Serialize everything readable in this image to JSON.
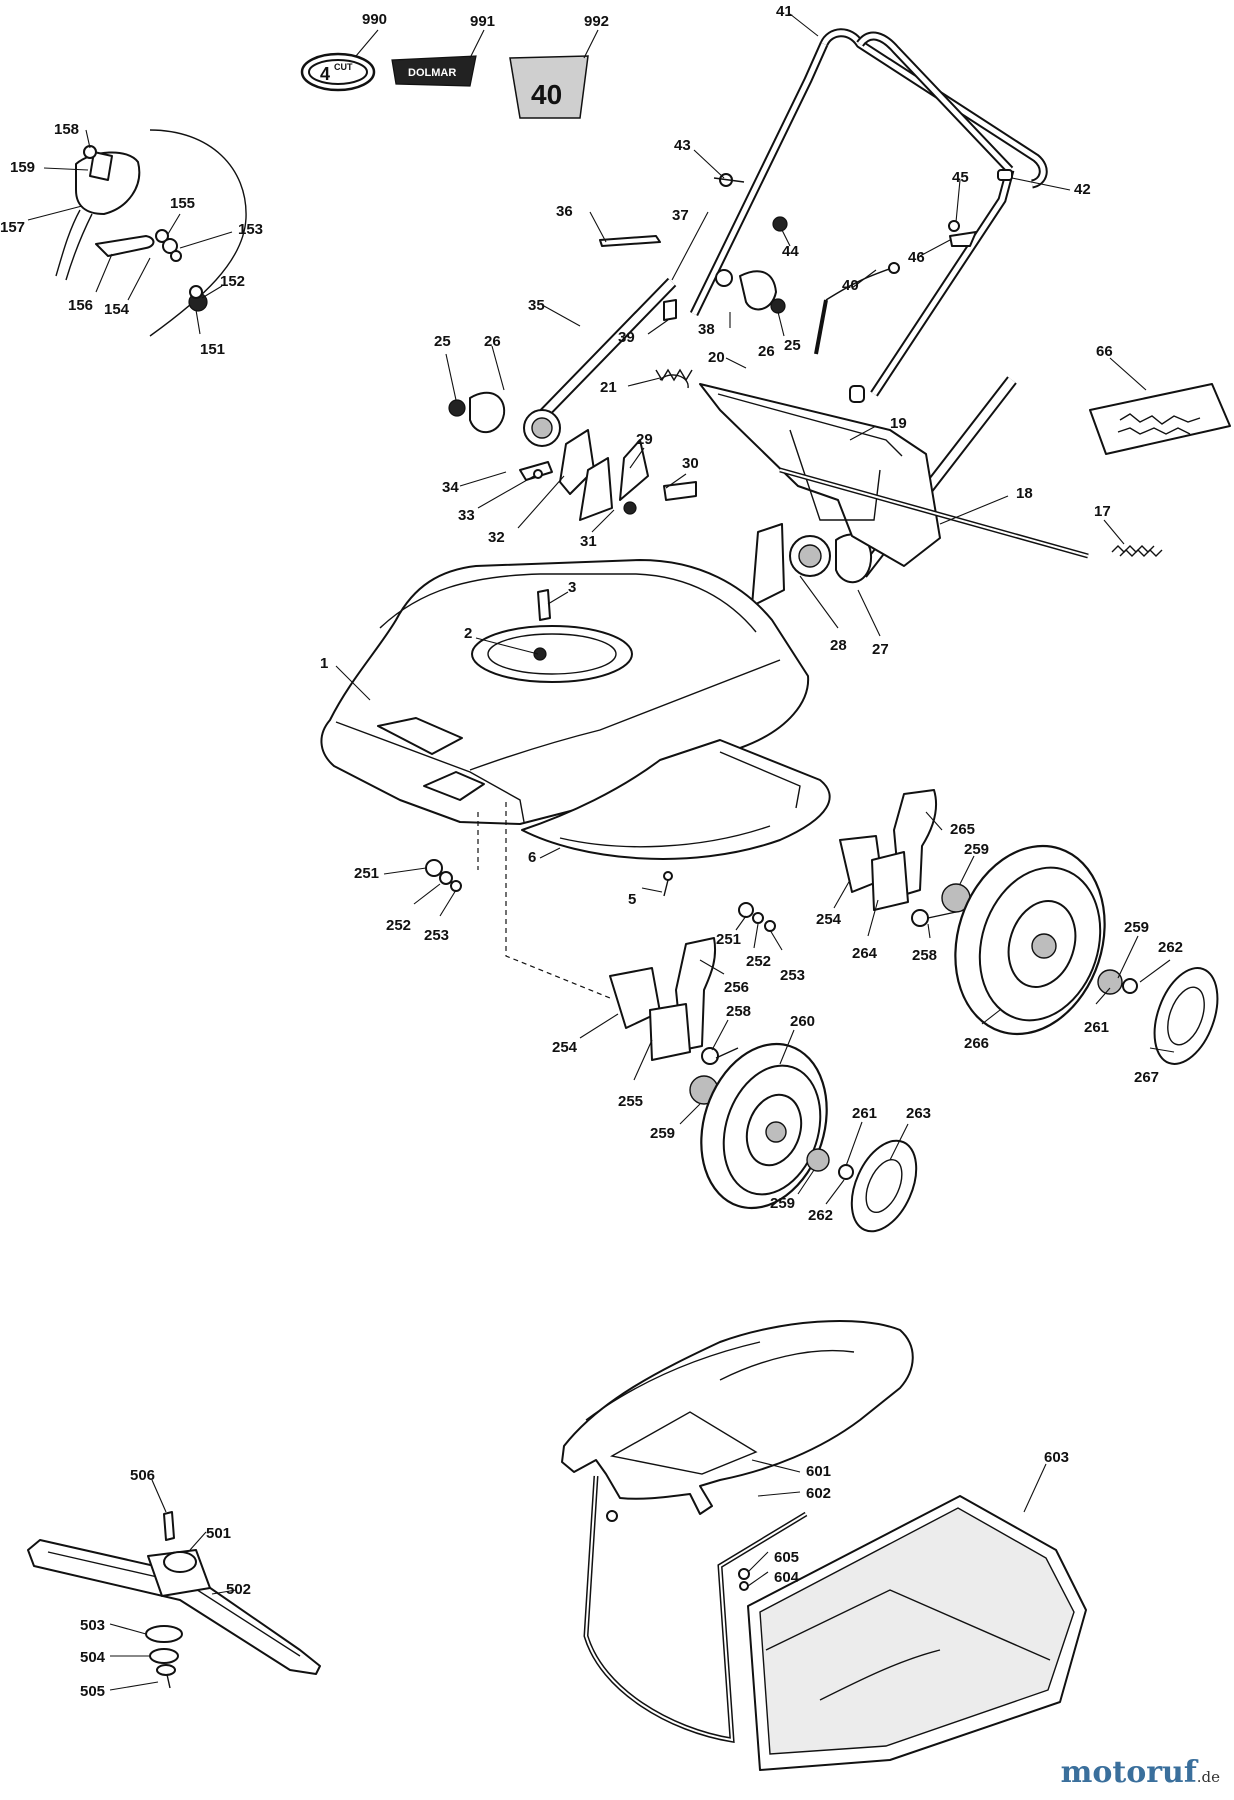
{
  "badges": {
    "cut_badge": {
      "big": "4",
      "small": "CUT"
    },
    "brand_badge": "DOLMAR",
    "size_badge": "40"
  },
  "watermark": {
    "name": "motoruf",
    "domain": ".de"
  },
  "callouts": [
    {
      "id": "c990",
      "label": "990"
    },
    {
      "id": "c991",
      "label": "991"
    },
    {
      "id": "c992",
      "label": "992"
    },
    {
      "id": "c41",
      "label": "41"
    },
    {
      "id": "c42",
      "label": "42"
    },
    {
      "id": "c43",
      "label": "43"
    },
    {
      "id": "c44",
      "label": "44"
    },
    {
      "id": "c45",
      "label": "45"
    },
    {
      "id": "c46",
      "label": "46"
    },
    {
      "id": "c36",
      "label": "36"
    },
    {
      "id": "c37",
      "label": "37"
    },
    {
      "id": "c40",
      "label": "40"
    },
    {
      "id": "c35",
      "label": "35"
    },
    {
      "id": "c38",
      "label": "38"
    },
    {
      "id": "c39",
      "label": "39"
    },
    {
      "id": "c26a",
      "label": "26"
    },
    {
      "id": "c25a",
      "label": "25"
    },
    {
      "id": "c25b",
      "label": "25"
    },
    {
      "id": "c26b",
      "label": "26"
    },
    {
      "id": "c20",
      "label": "20"
    },
    {
      "id": "c21",
      "label": "21"
    },
    {
      "id": "c66",
      "label": "66"
    },
    {
      "id": "c19",
      "label": "19"
    },
    {
      "id": "c29",
      "label": "29"
    },
    {
      "id": "c30",
      "label": "30"
    },
    {
      "id": "c34",
      "label": "34"
    },
    {
      "id": "c33",
      "label": "33"
    },
    {
      "id": "c32",
      "label": "32"
    },
    {
      "id": "c31",
      "label": "31"
    },
    {
      "id": "c18",
      "label": "18"
    },
    {
      "id": "c17",
      "label": "17"
    },
    {
      "id": "c28",
      "label": "28"
    },
    {
      "id": "c27",
      "label": "27"
    },
    {
      "id": "c3",
      "label": "3"
    },
    {
      "id": "c2",
      "label": "2"
    },
    {
      "id": "c1",
      "label": "1"
    },
    {
      "id": "c158",
      "label": "158"
    },
    {
      "id": "c159",
      "label": "159"
    },
    {
      "id": "c157",
      "label": "157"
    },
    {
      "id": "c155",
      "label": "155"
    },
    {
      "id": "c153",
      "label": "153"
    },
    {
      "id": "c152",
      "label": "152"
    },
    {
      "id": "c151",
      "label": "151"
    },
    {
      "id": "c154",
      "label": "154"
    },
    {
      "id": "c156",
      "label": "156"
    },
    {
      "id": "c265",
      "label": "265"
    },
    {
      "id": "c259a",
      "label": "259"
    },
    {
      "id": "c251a",
      "label": "251"
    },
    {
      "id": "c252a",
      "label": "252"
    },
    {
      "id": "c253a",
      "label": "253"
    },
    {
      "id": "c6",
      "label": "6"
    },
    {
      "id": "c5",
      "label": "5"
    },
    {
      "id": "c254a",
      "label": "254"
    },
    {
      "id": "c264",
      "label": "264"
    },
    {
      "id": "c258a",
      "label": "258"
    },
    {
      "id": "c259b",
      "label": "259"
    },
    {
      "id": "c262a",
      "label": "262"
    },
    {
      "id": "c251b",
      "label": "251"
    },
    {
      "id": "c252b",
      "label": "252"
    },
    {
      "id": "c253b",
      "label": "253"
    },
    {
      "id": "c256",
      "label": "256"
    },
    {
      "id": "c266",
      "label": "266"
    },
    {
      "id": "c261a",
      "label": "261"
    },
    {
      "id": "c267",
      "label": "267"
    },
    {
      "id": "c258b",
      "label": "258"
    },
    {
      "id": "c260",
      "label": "260"
    },
    {
      "id": "c254b",
      "label": "254"
    },
    {
      "id": "c255",
      "label": "255"
    },
    {
      "id": "c259c",
      "label": "259"
    },
    {
      "id": "c261b",
      "label": "261"
    },
    {
      "id": "c263",
      "label": "263"
    },
    {
      "id": "c259d",
      "label": "259"
    },
    {
      "id": "c262b",
      "label": "262"
    },
    {
      "id": "c601",
      "label": "601"
    },
    {
      "id": "c602",
      "label": "602"
    },
    {
      "id": "c603",
      "label": "603"
    },
    {
      "id": "c605",
      "label": "605"
    },
    {
      "id": "c604",
      "label": "604"
    },
    {
      "id": "c506",
      "label": "506"
    },
    {
      "id": "c501",
      "label": "501"
    },
    {
      "id": "c502",
      "label": "502"
    },
    {
      "id": "c503",
      "label": "503"
    },
    {
      "id": "c504",
      "label": "504"
    },
    {
      "id": "c505",
      "label": "505"
    }
  ]
}
